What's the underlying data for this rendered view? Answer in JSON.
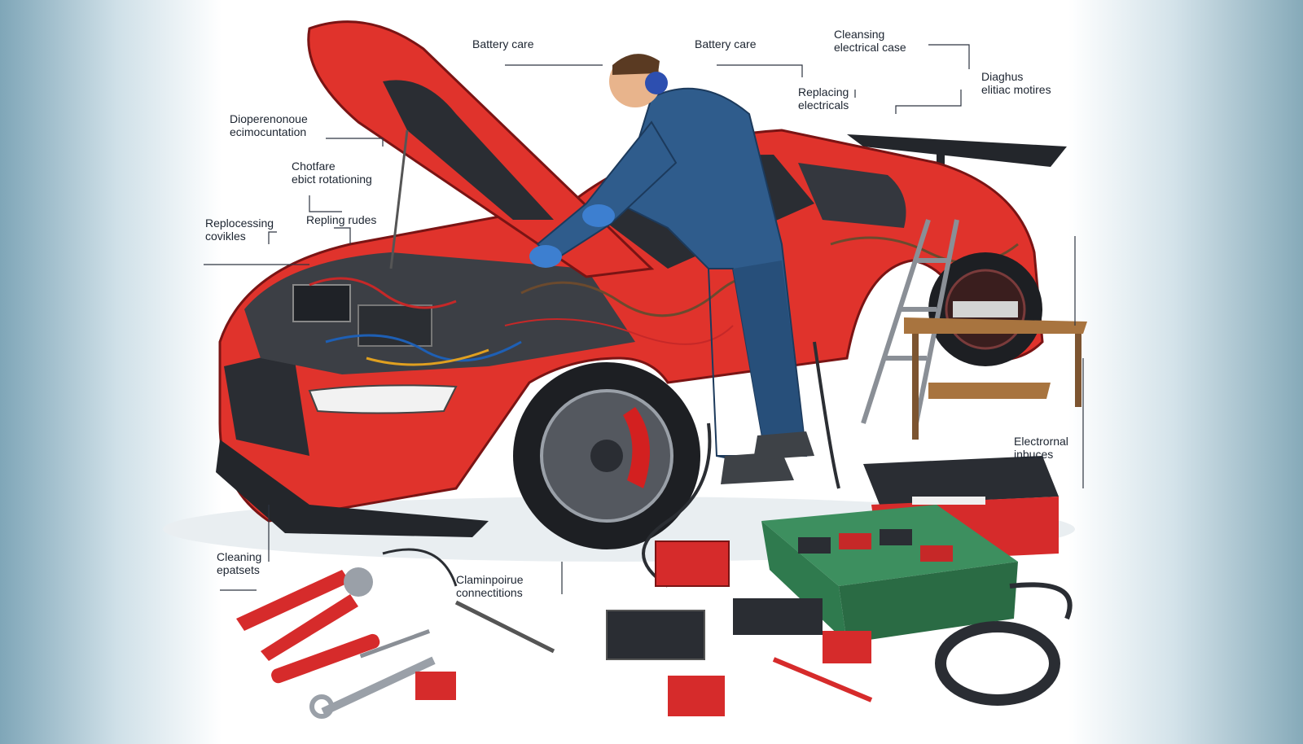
{
  "labels": {
    "battery_care_1": "Battery care",
    "battery_care_2": "Battery care",
    "cleansing": {
      "line1": "Cleansing",
      "line2": "electrical case"
    },
    "diagnosing": {
      "line1": "Diaghus",
      "line2": "elitiac motires"
    },
    "replacing_electricals": {
      "line1": "Replacing",
      "line2": "electricals"
    },
    "dioperenonoue": {
      "line1": "Dioperenonoue",
      "line2": "ecimocuntation"
    },
    "chotfare": {
      "line1": "Chotfare",
      "line2": "ebict rotationing"
    },
    "replocessing": {
      "line1": "Replocessing",
      "line2": "covikles"
    },
    "repling_rudes": "Repling rudes",
    "electrornal": {
      "line1": "Electrornal",
      "line2": "inbuces"
    },
    "cleaning_epatsets": {
      "line1": "Cleaning",
      "line2": "epatsets"
    },
    "claminpoirue": {
      "line1": "Claminpoirue",
      "line2": "connectitions"
    }
  },
  "colors": {
    "car_body": "#e0332c",
    "car_dark": "#2a2d33",
    "mechanic_suit": "#2f5c8c",
    "gloves": "#3d7fd0",
    "toolbox_red": "#d62b2b",
    "crate_green": "#2f7a4e",
    "bench_wood": "#a8743f"
  }
}
